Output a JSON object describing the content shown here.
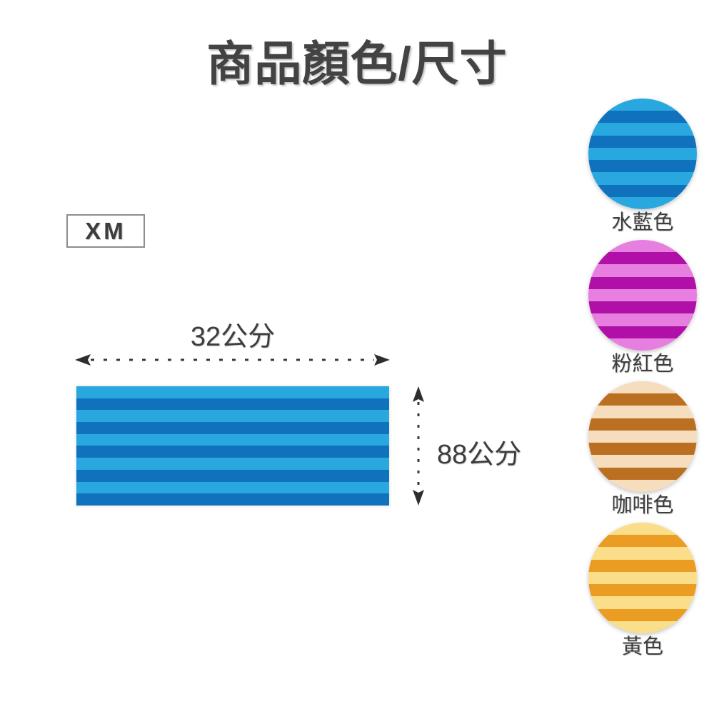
{
  "page": {
    "title": "商品顏色/尺寸",
    "background_color": "#ffffff",
    "text_color": "#3d3d3d"
  },
  "size_tag": {
    "label": "XM",
    "border_color": "#8d8d8d"
  },
  "dimensions": {
    "width_label": "32公分",
    "height_label": "88公分",
    "width_value": 32,
    "height_value": 88,
    "unit": "公分",
    "line_style": "dashed",
    "arrow_color": "#3a3a3a"
  },
  "product_swatch": {
    "name": "水藍色",
    "stripe_colors": [
      "#29a8e0",
      "#1072bc"
    ],
    "stripe_count": 10,
    "light_color": "#29a8e0",
    "dark_color": "#1072bc"
  },
  "color_swatches": [
    {
      "name": "水藍色",
      "light_color": "#29a8e0",
      "dark_color": "#1072bc",
      "stripe_count": 9
    },
    {
      "name": "粉紅色",
      "light_color": "#e67fe0",
      "dark_color": "#b010a8",
      "stripe_count": 9
    },
    {
      "name": "咖啡色",
      "light_color": "#f5ddbe",
      "dark_color": "#bb6f21",
      "stripe_count": 9
    },
    {
      "name": "黃色",
      "light_color": "#fade8a",
      "dark_color": "#ea9c23",
      "stripe_count": 9
    }
  ]
}
